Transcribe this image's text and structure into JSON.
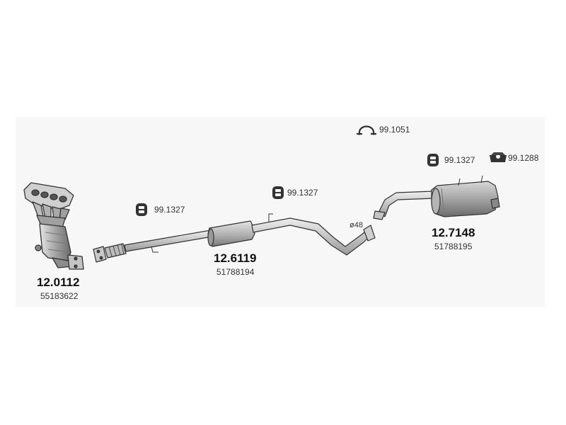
{
  "diagram": {
    "colors": {
      "background": "#ffffff",
      "panel": "#f7f7f7",
      "outline": "#333333",
      "part_fill_light": "#d9d9d9",
      "part_fill_mid": "#a8a8a8",
      "part_fill_dark": "#6e6e6e",
      "text": "#1a1a1a"
    },
    "parts": [
      {
        "id": "catalytic-manifold",
        "part_number": "12.0112",
        "oem_number": "55183622"
      },
      {
        "id": "front-pipe",
        "part_number": "12.6119",
        "oem_number": "51788194"
      },
      {
        "id": "rear-silencer",
        "part_number": "12.7148",
        "oem_number": "51788195"
      }
    ],
    "hardware": [
      {
        "id": "hanger-front",
        "part_number": "99.1327",
        "icon": "rubber-hanger-icon"
      },
      {
        "id": "hanger-middle",
        "part_number": "99.1327",
        "icon": "rubber-hanger-icon"
      },
      {
        "id": "clamp-top",
        "part_number": "99.1051",
        "icon": "pipe-clamp-icon"
      },
      {
        "id": "hanger-rear",
        "part_number": "99.1327",
        "icon": "rubber-hanger-icon"
      },
      {
        "id": "mount-rear",
        "part_number": "99.1288",
        "icon": "rubber-mount-icon"
      }
    ],
    "dimension": {
      "label": "ø48"
    }
  }
}
